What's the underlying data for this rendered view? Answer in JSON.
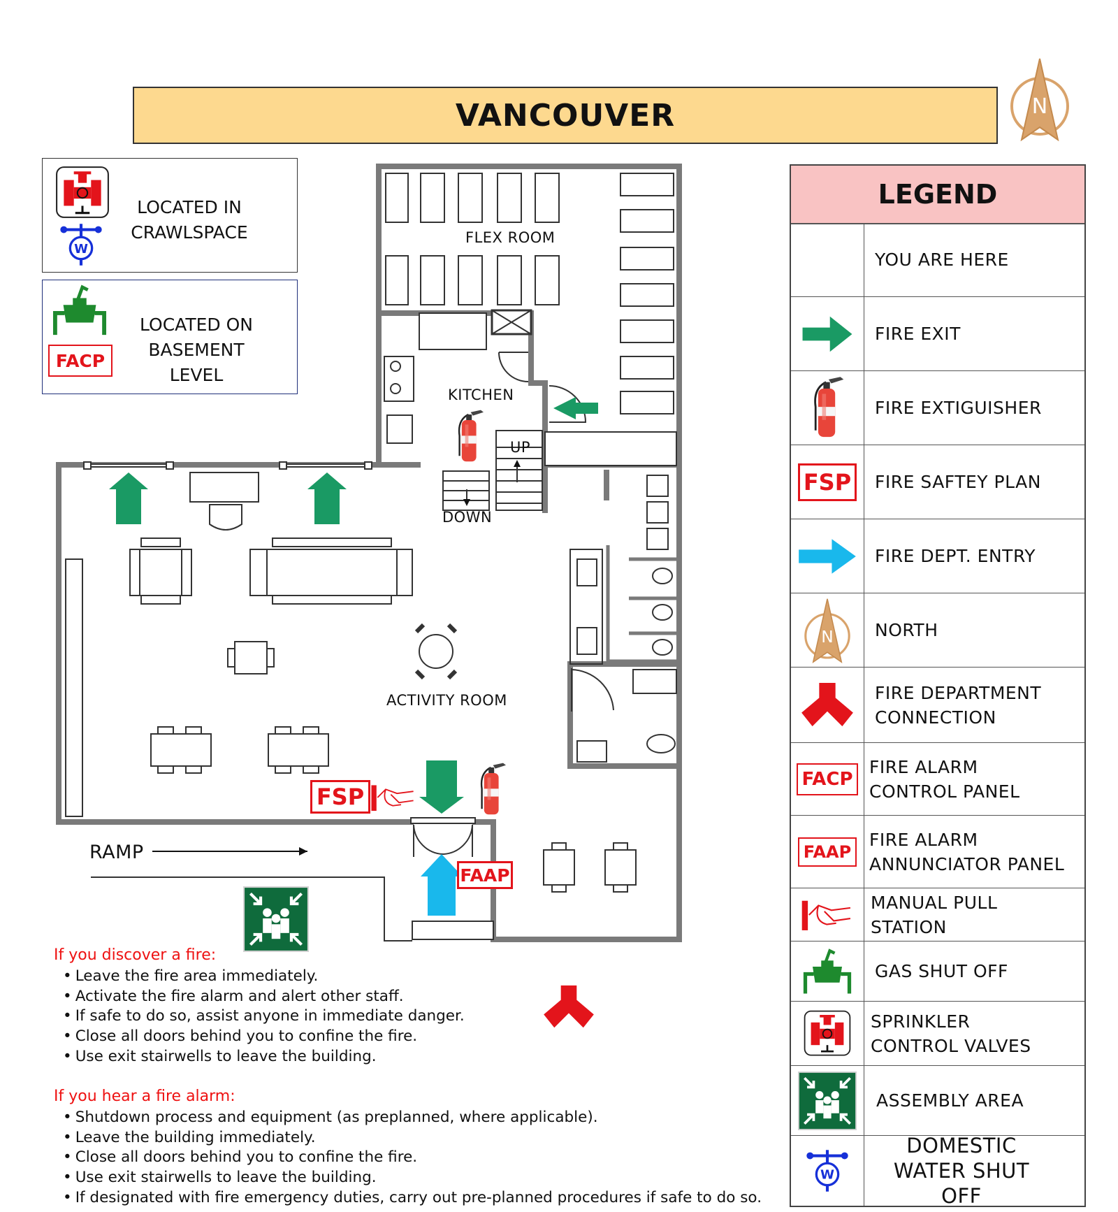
{
  "title": "VANCOUVER",
  "north_letter": "N",
  "info_boxes": [
    {
      "lines": [
        "LOCATED IN",
        "CRAWLSPACE"
      ],
      "icons": [
        "sprinkler-control-valve-icon",
        "domestic-water-shut-off-icon"
      ]
    },
    {
      "lines": [
        "LOCATED ON",
        "BASEMENT LEVEL"
      ],
      "icons": [
        "gas-shut-off-icon",
        "facp-icon"
      ]
    }
  ],
  "floor_plan": {
    "rooms": {
      "flex": "FLEX ROOM",
      "kitchen": "KITCHEN",
      "activity": "ACTIVITY ROOM"
    },
    "stairs": {
      "up": "UP",
      "down": "DOWN"
    },
    "ramp": "RAMP",
    "tags": {
      "fsp": "FSP",
      "faap": "FAAP",
      "facp": "FACP",
      "w": "W"
    }
  },
  "instructions": [
    {
      "heading": "If you discover a fire:",
      "items": [
        "Leave the fire area immediately.",
        "Activate the fire alarm and alert other staff.",
        "If safe to do so, assist anyone in immediate danger.",
        "Close all doors behind you to confine the fire.",
        "Use exit stairwells to leave the building."
      ]
    },
    {
      "heading": "If you hear a fire alarm:",
      "items": [
        "Shutdown process and equipment (as preplanned, where applicable).",
        "Leave the building immediately.",
        "Close all doors behind you to confine the fire.",
        "Use exit stairwells to leave the building.",
        "If designated with fire emergency duties, carry out pre-planned procedures if safe to do so."
      ]
    }
  ],
  "legend": {
    "title": "LEGEND",
    "items": [
      {
        "label": "YOU ARE HERE",
        "icon": "none"
      },
      {
        "label": "FIRE EXIT",
        "icon": "green-arrow-icon"
      },
      {
        "label": "FIRE EXTIGUISHER",
        "icon": "fire-extinguisher-icon"
      },
      {
        "label": "FIRE SAFTEY PLAN",
        "icon": "fsp-icon",
        "tag": "FSP"
      },
      {
        "label": "FIRE DEPT. ENTRY",
        "icon": "blue-arrow-icon"
      },
      {
        "label": "NORTH",
        "icon": "north-arrow-icon",
        "tag": "N"
      },
      {
        "label": "FIRE DEPARTMENT CONNECTION",
        "icon": "fdc-icon"
      },
      {
        "label": "FIRE ALARM CONTROL PANEL",
        "icon": "facp-icon",
        "tag": "FACP"
      },
      {
        "label": "FIRE ALARM ANNUNCIATOR PANEL",
        "icon": "faap-icon",
        "tag": "FAAP"
      },
      {
        "label": "MANUAL PULL STATION",
        "icon": "pull-station-icon"
      },
      {
        "label": "GAS SHUT OFF",
        "icon": "gas-shut-off-icon"
      },
      {
        "label": "SPRINKLER CONTROL VALVES",
        "icon": "sprinkler-control-valve-icon"
      },
      {
        "label": "ASSEMBLY AREA",
        "icon": "assembly-area-icon"
      },
      {
        "label": "DOMESTIC WATER SHUT OFF",
        "icon": "domestic-water-shut-off-icon",
        "tag": "W"
      }
    ]
  },
  "colors": {
    "exit_green": "#1a9a64",
    "fd_blue": "#19b8ec",
    "fire_red": "#e3141b",
    "title_fill": "#fdd98f",
    "legend_header": "#f9c3c3",
    "wall_gray": "#7a7a7a",
    "north_tan": "#d9a36b"
  }
}
